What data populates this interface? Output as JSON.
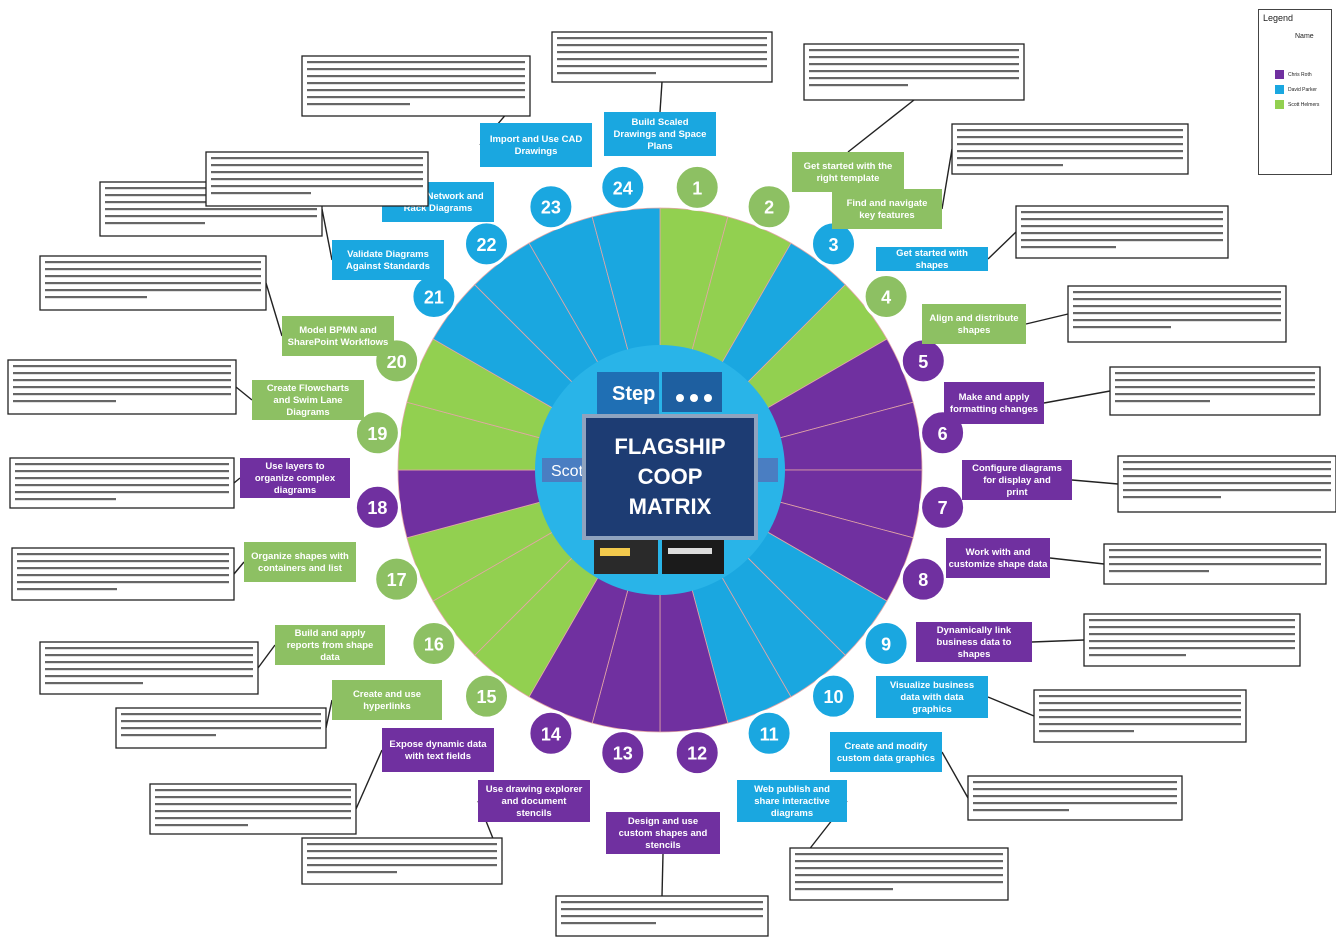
{
  "title_lines": [
    "FLAGSHIP",
    "COOP",
    "MATRIX"
  ],
  "legend": {
    "title": "Legend",
    "header": "Name",
    "entries": [
      {
        "name": "Chris Roth",
        "color": "#7030a0"
      },
      {
        "name": "David Parker",
        "color": "#1aa7e0"
      },
      {
        "name": "Scott Helmers",
        "color": "#92d050"
      }
    ]
  },
  "center_fragments": {
    "brand": "Step by",
    "name": "Scot"
  },
  "colors": {
    "purple": "#7030a0",
    "blue": "#1aa7e0",
    "green": "#92d050",
    "olive": "#8dc063",
    "center": "#29b4e8"
  },
  "segment_owners": [
    "green",
    "green",
    "blue",
    "green",
    "purple",
    "purple",
    "purple",
    "purple",
    "blue",
    "blue",
    "blue",
    "purple",
    "purple",
    "purple",
    "green",
    "green",
    "green",
    "purple",
    "green",
    "green",
    "blue",
    "blue",
    "blue",
    "blue"
  ],
  "topics": [
    {
      "num": "1",
      "label": "Get started with the right template",
      "color": "#8dc063"
    },
    {
      "num": "2",
      "label": "Find and navigate key features",
      "color": "#8dc063"
    },
    {
      "num": "3",
      "label": "Get started with shapes",
      "color": "#1aa7e0"
    },
    {
      "num": "4",
      "label": "Align and distribute shapes",
      "color": "#8dc063"
    },
    {
      "num": "5",
      "label": "Make and apply formatting changes",
      "color": "#7030a0"
    },
    {
      "num": "6",
      "label": "Configure diagrams for display and print",
      "color": "#7030a0"
    },
    {
      "num": "7",
      "label": "Work with and customize shape data",
      "color": "#7030a0"
    },
    {
      "num": "8",
      "label": "Dynamically link business data to shapes",
      "color": "#7030a0"
    },
    {
      "num": "9",
      "label": "Visualize business data with data graphics",
      "color": "#1aa7e0"
    },
    {
      "num": "10",
      "label": "Create and modify custom data graphics",
      "color": "#1aa7e0"
    },
    {
      "num": "11",
      "label": "Web publish and share interactive diagrams",
      "color": "#1aa7e0"
    },
    {
      "num": "12",
      "label": "Design and use custom shapes and stencils",
      "color": "#7030a0"
    },
    {
      "num": "13",
      "label": "Use drawing explorer and document stencils",
      "color": "#7030a0"
    },
    {
      "num": "14",
      "label": "Expose dynamic data with text fields",
      "color": "#7030a0"
    },
    {
      "num": "15",
      "label": "Create and use hyperlinks",
      "color": "#8dc063"
    },
    {
      "num": "16",
      "label": "Build and apply reports from shape data",
      "color": "#8dc063"
    },
    {
      "num": "17",
      "label": "Organize shapes with containers and list",
      "color": "#8dc063"
    },
    {
      "num": "18",
      "label": "Use layers to organize complex diagrams",
      "color": "#7030a0"
    },
    {
      "num": "19",
      "label": "Create Flowcharts and Swim Lane Diagrams",
      "color": "#8dc063"
    },
    {
      "num": "20",
      "label": "Model BPMN and SharePoint Workflows",
      "color": "#8dc063"
    },
    {
      "num": "21",
      "label": "Validate Diagrams Against Standards",
      "color": "#1aa7e0"
    },
    {
      "num": "22",
      "label": "Design Network and Rack Diagrams",
      "color": "#1aa7e0"
    },
    {
      "num": "23",
      "label": "Import and Use CAD Drawings",
      "color": "#1aa7e0"
    },
    {
      "num": "24",
      "label": "Build Scaled Drawings and Space Plans",
      "color": "#1aa7e0"
    }
  ]
}
